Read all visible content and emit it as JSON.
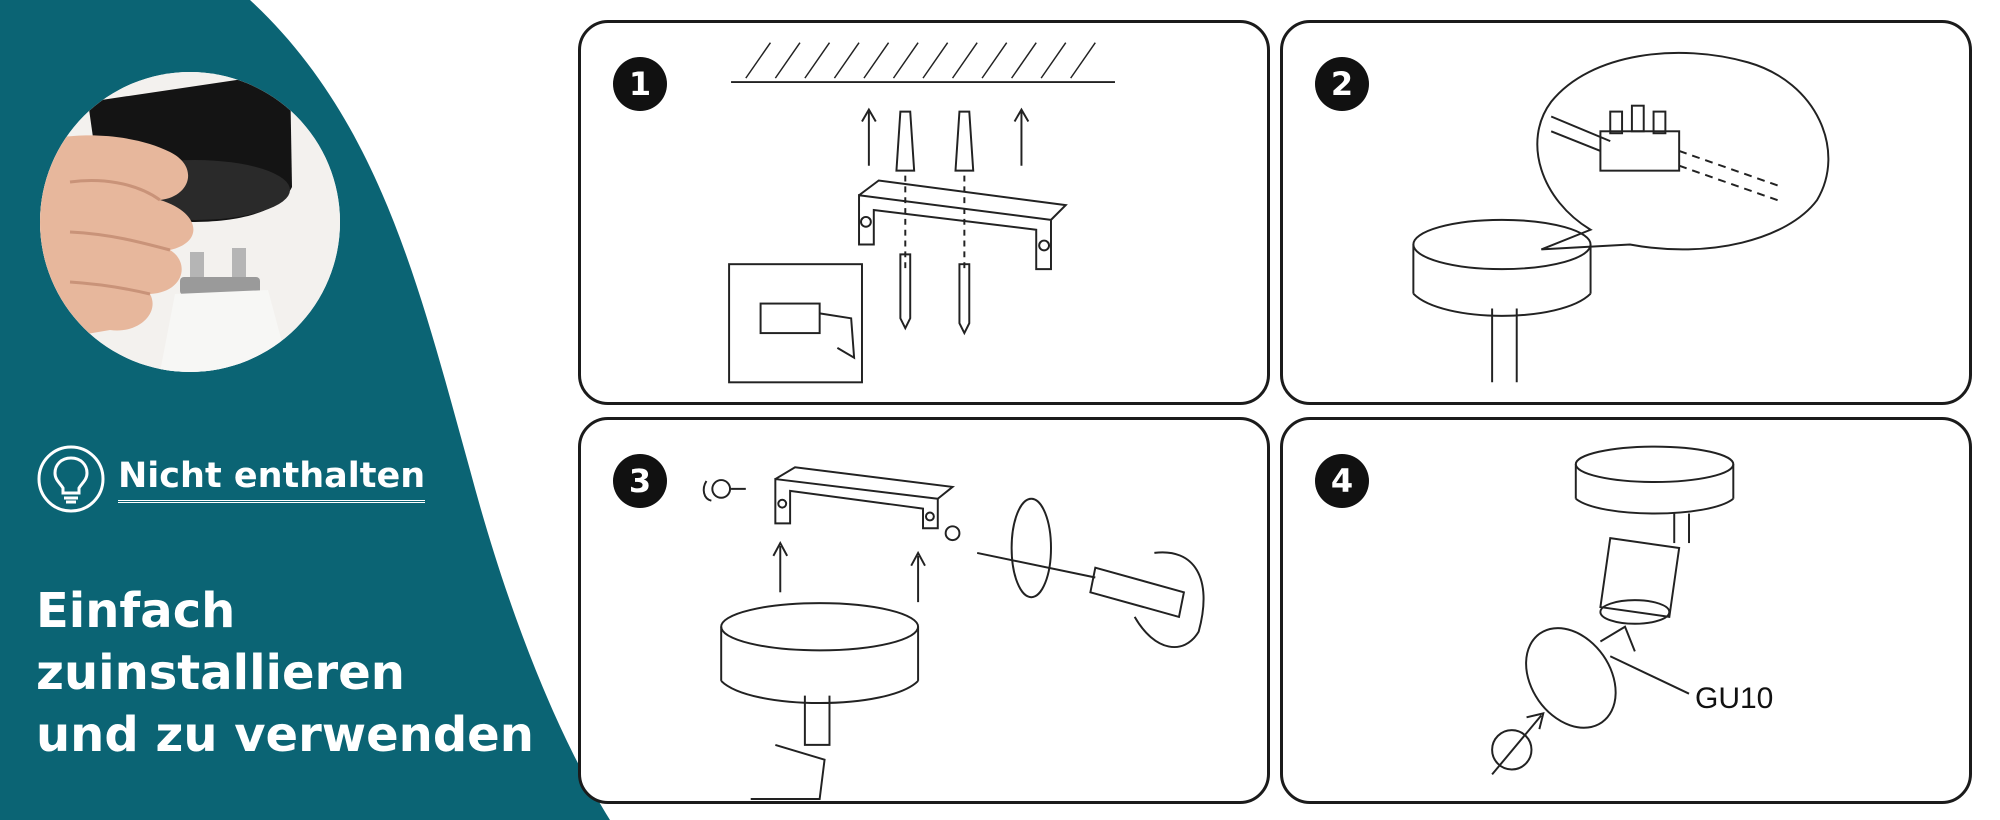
{
  "brand_colors": {
    "teal": "#0b6474",
    "white": "#ffffff"
  },
  "bulb_note": {
    "icon": "lightbulb-icon",
    "label": "Nicht enthalten"
  },
  "headline": {
    "lines": [
      "Einfach",
      "zuinstallieren",
      "und zu verwenden"
    ]
  },
  "steps": [
    {
      "number": "1"
    },
    {
      "number": "2"
    },
    {
      "number": "3"
    },
    {
      "number": "4",
      "bulb_label": "GU10"
    }
  ]
}
